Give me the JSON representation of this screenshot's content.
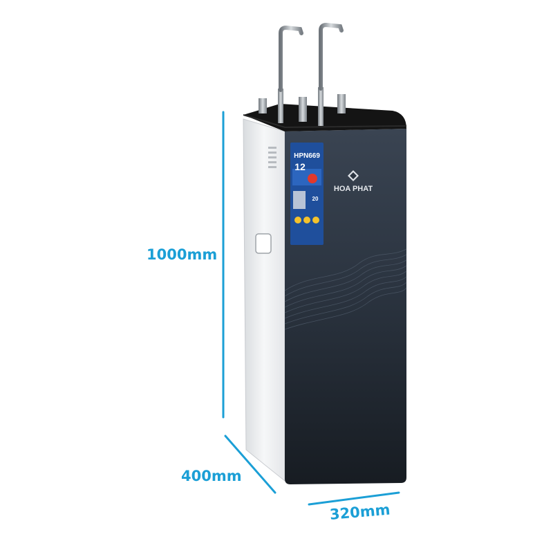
{
  "dimensions": {
    "height_label": "1000mm",
    "depth_label": "400mm",
    "width_label": "320mm"
  },
  "product": {
    "brand": "HOA PHAT",
    "model": "HPN669",
    "number": "12",
    "badge_20": "20"
  },
  "colors": {
    "dimension_line": "#1b9fd6",
    "cabinet_dark": "#1c2633",
    "side_panel": "#f2f3f5",
    "brand_sticker": "#1f4f9c"
  }
}
